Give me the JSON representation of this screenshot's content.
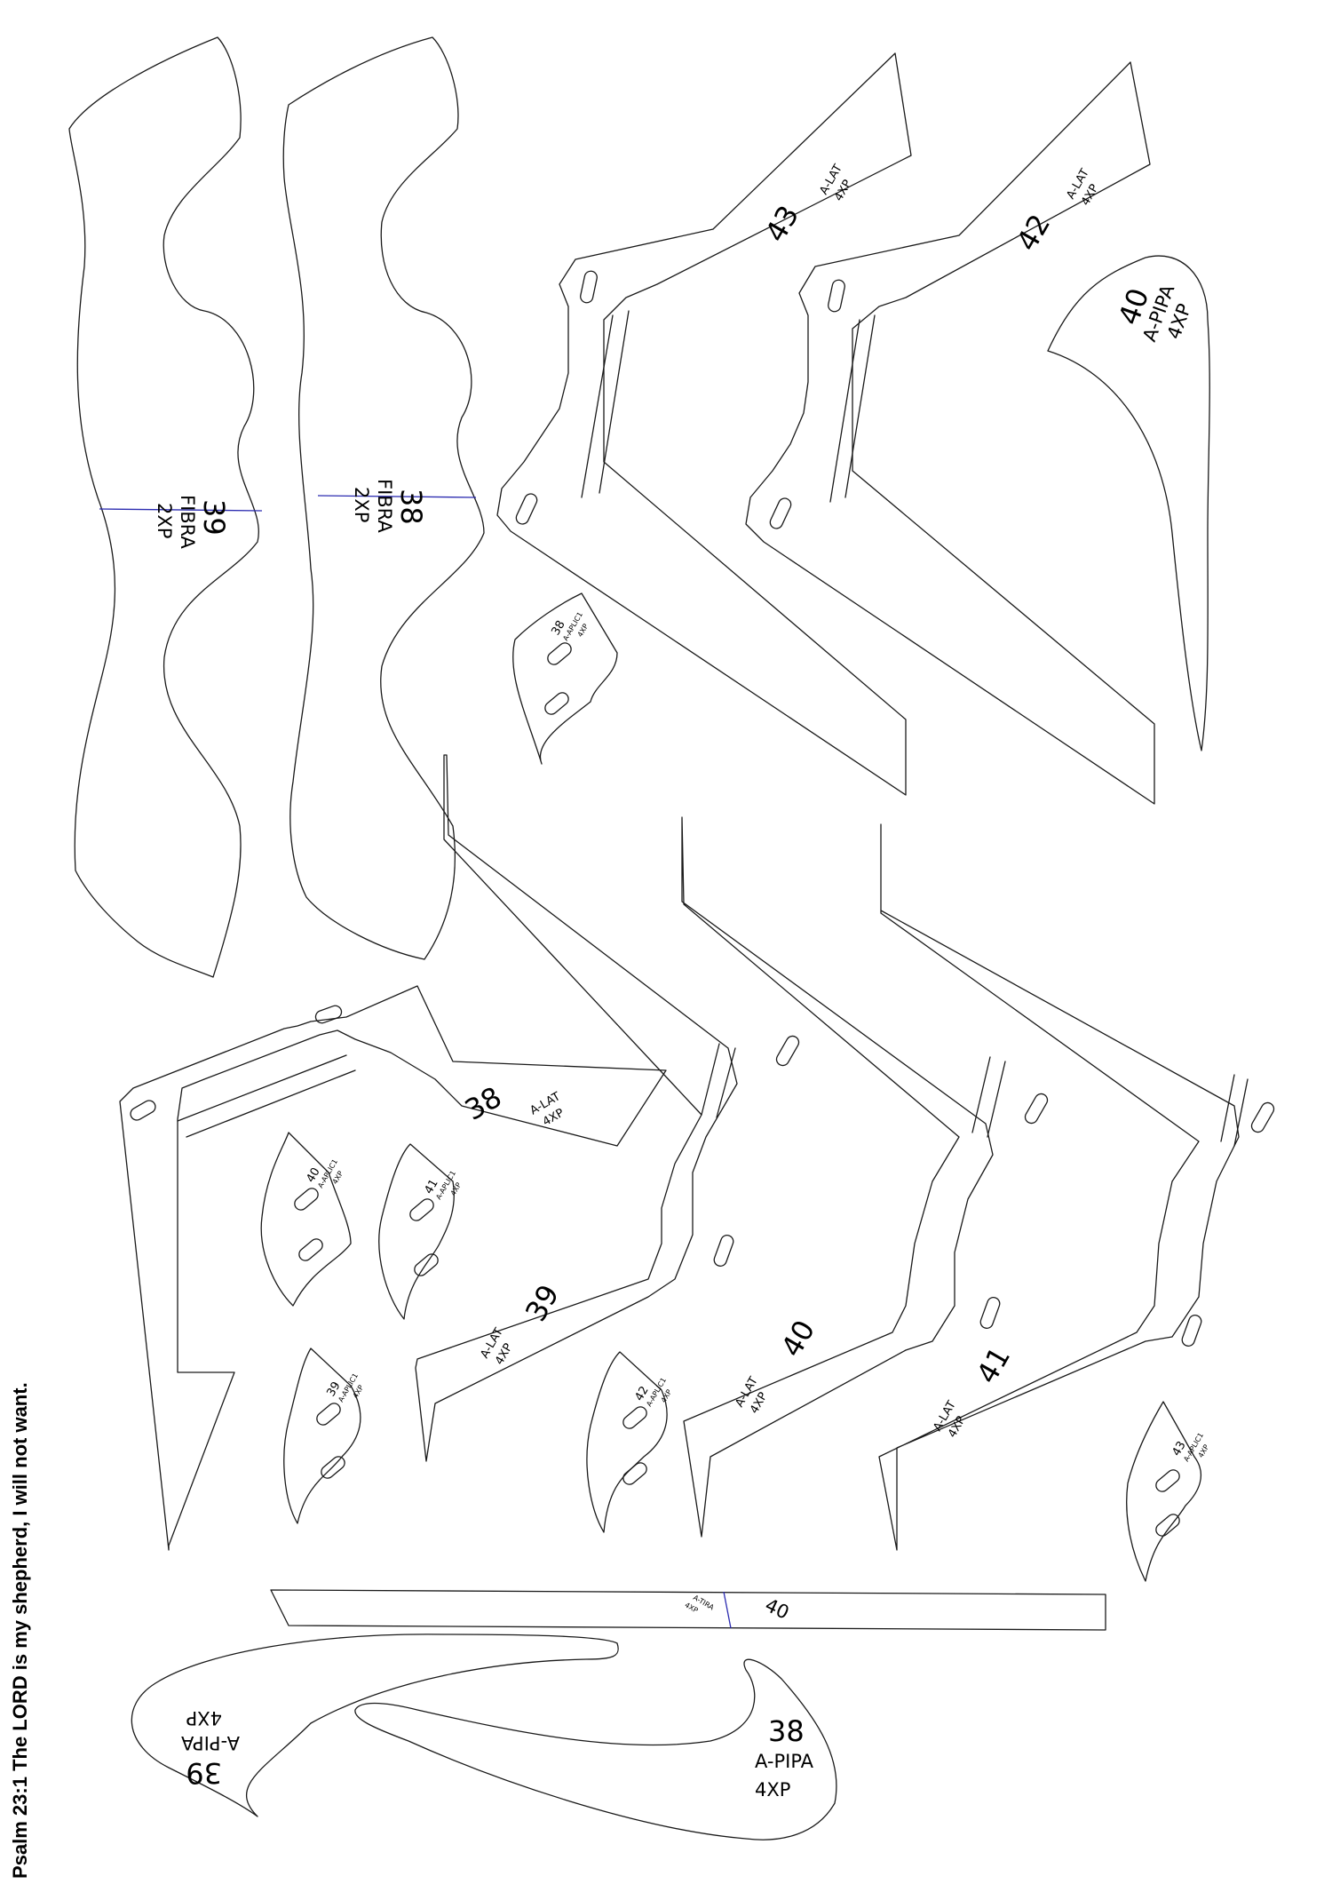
{
  "motto": "Psalm 23:1 The LORD is my shepherd, I will not want.",
  "pieces": {
    "fibra39": {
      "number": "39",
      "name": "FIBRA",
      "qty": "2XP"
    },
    "fibra38": {
      "number": "38",
      "name": "FIBRA",
      "qty": "2XP"
    },
    "alat43": {
      "number": "43",
      "name": "A-LAT",
      "qty": "4XP"
    },
    "alat42": {
      "number": "42",
      "name": "A-LAT",
      "qty": "4XP"
    },
    "alat38": {
      "number": "38",
      "name": "A-LAT",
      "qty": "4XP"
    },
    "alat39": {
      "number": "39",
      "name": "A-LAT",
      "qty": "4XP"
    },
    "alat40": {
      "number": "40",
      "name": "A-LAT",
      "qty": "4XP"
    },
    "alat41": {
      "number": "41",
      "name": "A-LAT",
      "qty": "4XP"
    },
    "apipa40": {
      "number": "40",
      "name": "A-PIPA",
      "qty": "4XP"
    },
    "apipa38": {
      "number": "38",
      "name": "A-PIPA",
      "qty": "4XP"
    },
    "apipa39": {
      "number": "39",
      "name": "A-PIPA",
      "qty": "4XP"
    },
    "aplic38": {
      "number": "38",
      "name": "A-APLIC1",
      "qty": "4XP"
    },
    "aplic40": {
      "number": "40",
      "name": "A-APLIC1",
      "qty": "4XP"
    },
    "aplic41": {
      "number": "41",
      "name": "A-APLIC1",
      "qty": "4XP"
    },
    "aplic39": {
      "number": "39",
      "name": "A-APLIC1",
      "qty": "4XP"
    },
    "aplic42": {
      "number": "42",
      "name": "A-APLIC1",
      "qty": "4XP"
    },
    "aplic43": {
      "number": "43",
      "name": "A-APLIC1",
      "qty": "4XP"
    },
    "atira40": {
      "number": "40",
      "name": "A-TIRA",
      "qty": "4XP"
    }
  }
}
